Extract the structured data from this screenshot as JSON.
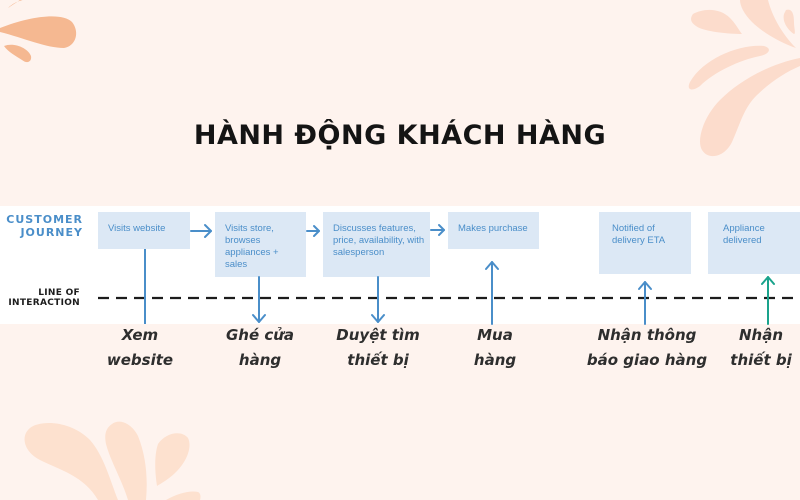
{
  "title": "HÀNH ĐỘNG KHÁCH HÀNG",
  "colors": {
    "background": "#fef3ee",
    "panel": "#ffffff",
    "box_fill": "#dce8f5",
    "box_text": "#4a8ec9",
    "arrow_blue": "#4a8ec9",
    "arrow_teal": "#1aa38c",
    "deco_dark": "#f5b891",
    "deco_light": "#fcdccc"
  },
  "lanes": {
    "journey_line1": "CUSTOMER",
    "journey_line2": "JOURNEY",
    "interaction_line1": "LINE OF",
    "interaction_line2": "INTERACTION"
  },
  "steps": [
    {
      "box_text": "Visits website",
      "label_line1": "Xem",
      "label_line2": "website",
      "connector": "line"
    },
    {
      "box_text": "Visits store, browses appliances + sales",
      "label_line1": "Ghé cửa",
      "label_line2": "hàng",
      "connector": "arrow-down"
    },
    {
      "box_text": "Discusses features, price, availability, with salesperson",
      "label_line1": "Duyệt tìm",
      "label_line2": "thiết bị",
      "connector": "arrow-down"
    },
    {
      "box_text": "Makes purchase",
      "label_line1": "Mua",
      "label_line2": "hàng",
      "connector": "arrow-up"
    },
    {
      "box_text": "Notified of delivery ETA",
      "label_line1": "Nhận thông",
      "label_line2": "báo giao hàng",
      "connector": "arrow-up"
    },
    {
      "box_text": "Appliance delivered",
      "label_line1": "Nhận",
      "label_line2": "thiết bị",
      "connector": "arrow-up-teal"
    }
  ]
}
